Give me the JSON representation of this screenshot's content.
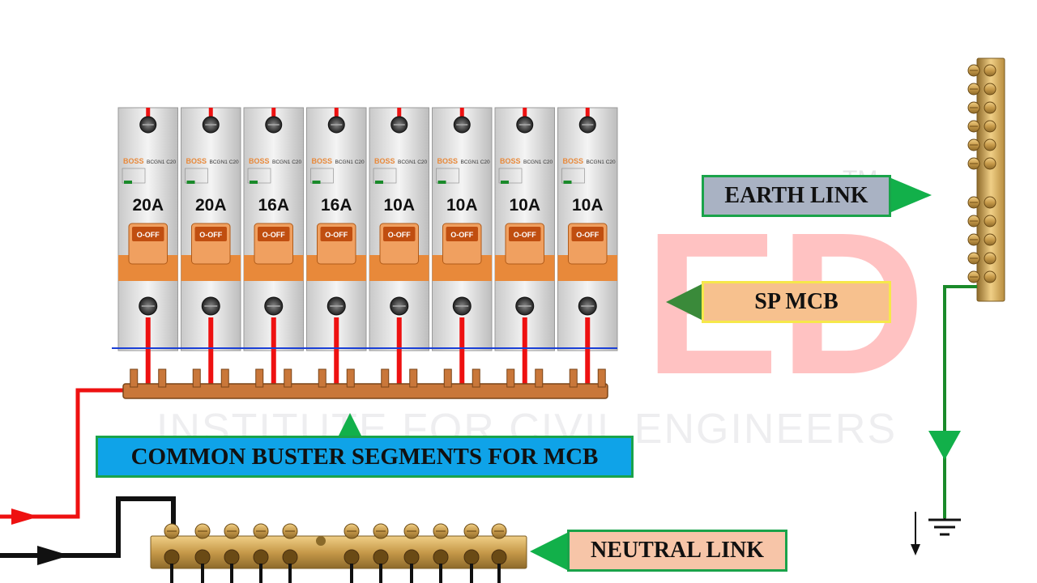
{
  "labels": {
    "earth_link": "EARTH LINK",
    "sp_mcb": "SP MCB",
    "busbar": "COMMON BUSTER SEGMENTS FOR MCB",
    "neutral_link": "NEUTRAL LINK"
  },
  "breakers": [
    {
      "rating": "20A",
      "switch": "O-OFF"
    },
    {
      "rating": "20A",
      "switch": "O-OFF"
    },
    {
      "rating": "16A",
      "switch": "O-OFF"
    },
    {
      "rating": "16A",
      "switch": "O-OFF"
    },
    {
      "rating": "10A",
      "switch": "O-OFF"
    },
    {
      "rating": "10A",
      "switch": "O-OFF"
    },
    {
      "rating": "10A",
      "switch": "O-OFF"
    },
    {
      "rating": "10A",
      "switch": "O-OFF"
    }
  ],
  "breaker_brand": "BOSS",
  "breaker_model": "BCGN1 C20",
  "watermark": {
    "logo_letters": "ED",
    "tagline": "INSTITUTE FOR CIVIL ENGINEERS",
    "tm": "TM"
  },
  "colors": {
    "live_wire": "#ee1111",
    "neutral_wire": "#111111",
    "earth_wire": "#1a8a2a",
    "arrow_green": "#12b04a",
    "brass": "#c79a4a",
    "mcb_orange": "#e8893a",
    "busbar_copper": "#c9773a"
  }
}
